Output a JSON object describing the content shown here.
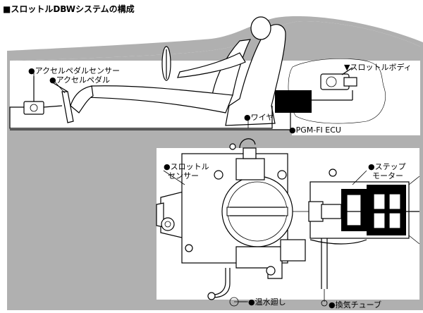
{
  "title": "■スロットルDBWシステムの構成",
  "labels": {
    "accel_sensor": "●アクセルペダルセンサー",
    "accel_pedal": "●アクセルペダル",
    "throttle_body": "▼スロットルボディ",
    "wire": "●ワイヤ",
    "ecu": "●PGM-FI ECU",
    "throttle_sensor_1": "●スロットル",
    "throttle_sensor_2": "センサー",
    "step_motor_1": "●ステップ",
    "step_motor_2": "モーター",
    "coolant": "●温水廻し",
    "vent_tube": "●換気チューブ"
  },
  "colors": {
    "background": "#ffffff",
    "ink": "#000000",
    "car_body_fill": "#b0b0b0"
  }
}
